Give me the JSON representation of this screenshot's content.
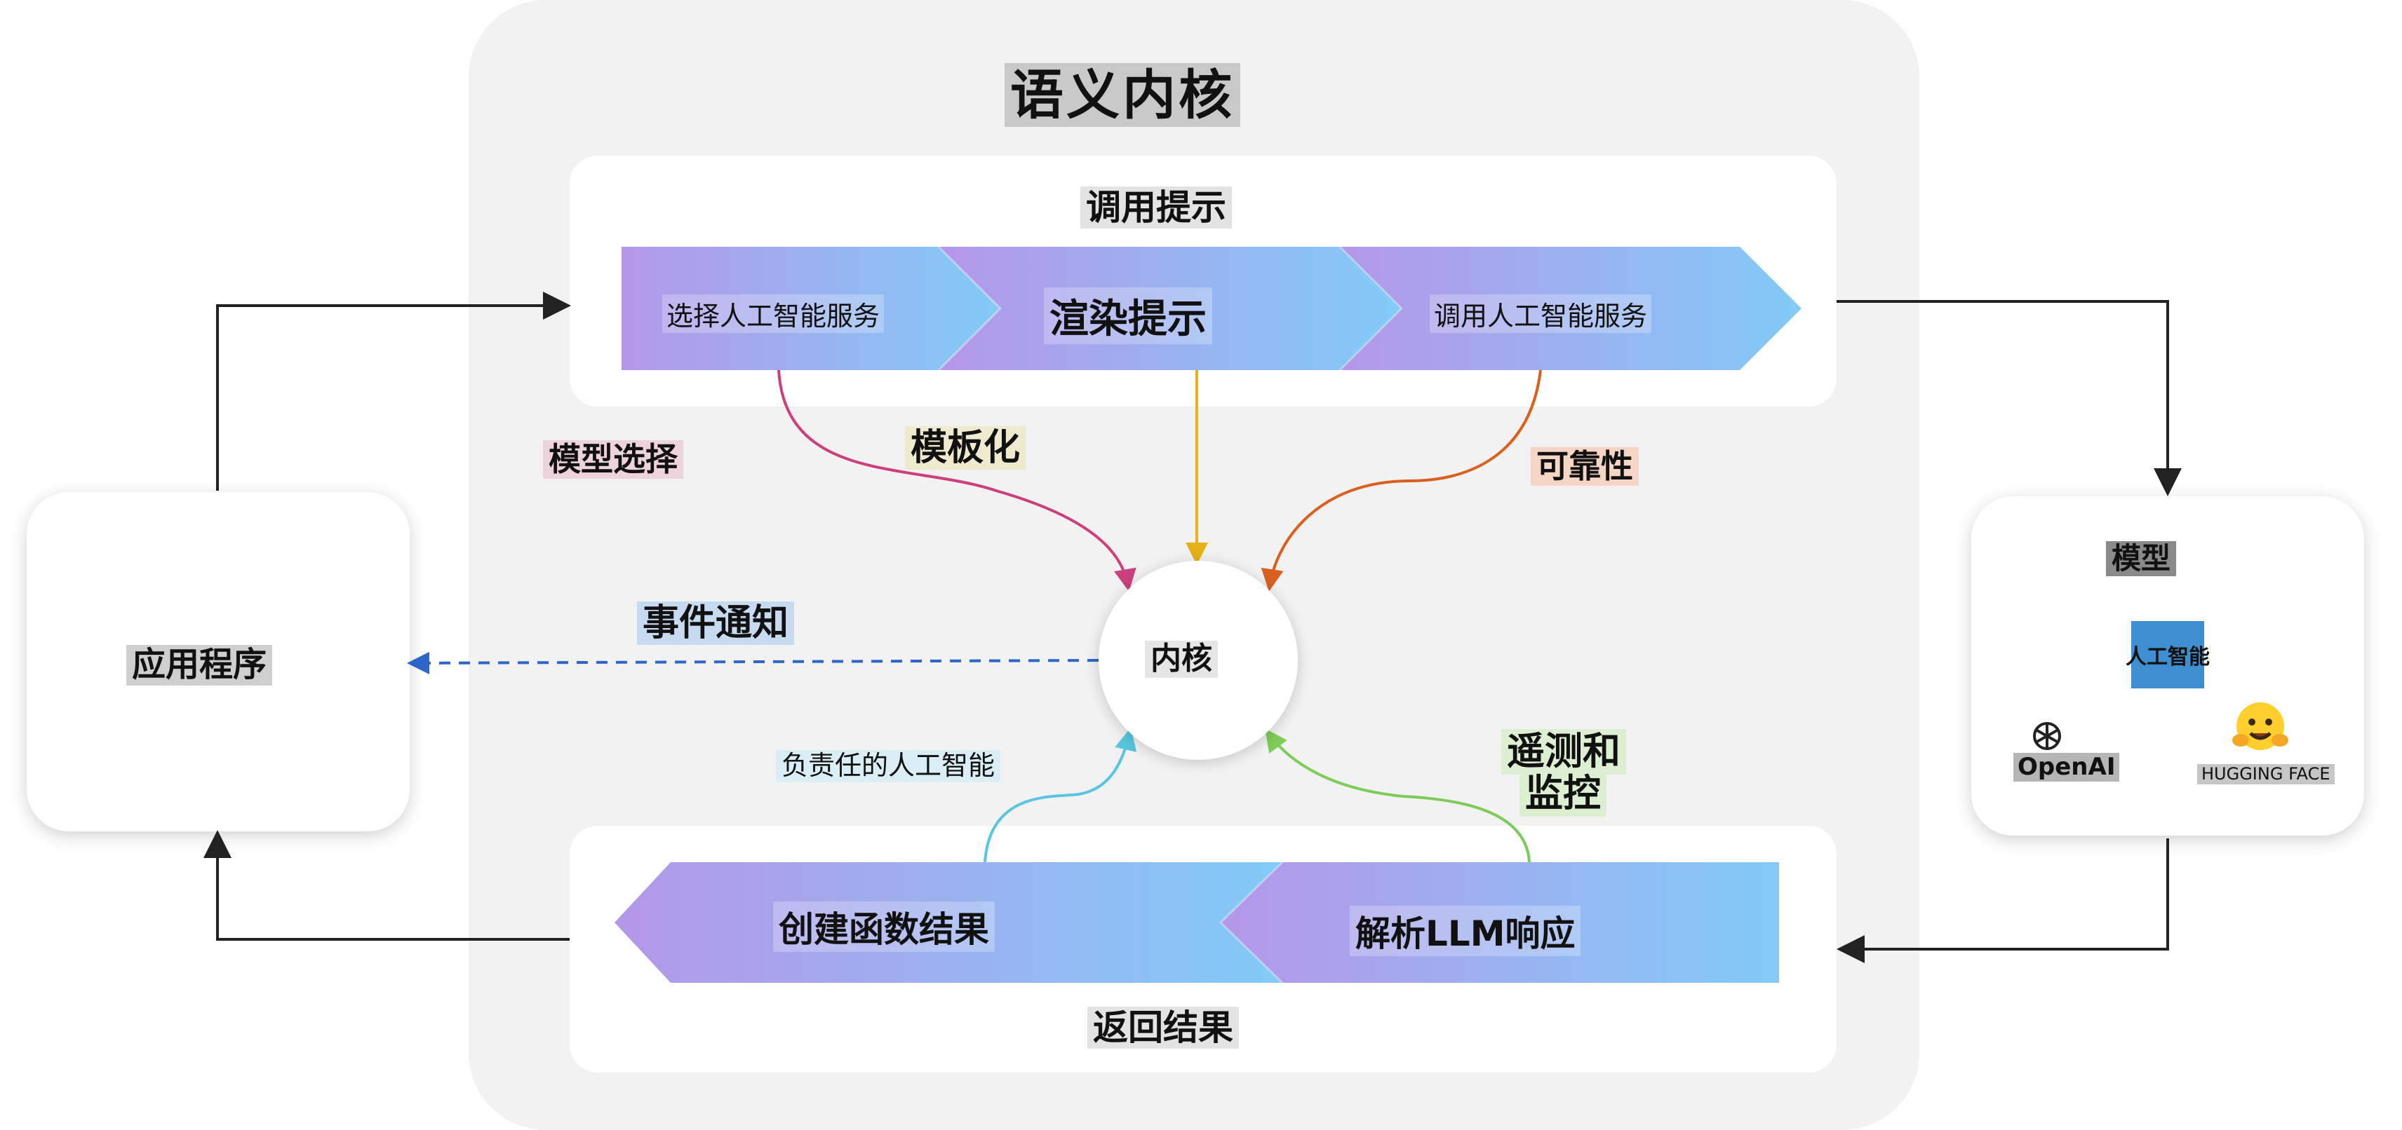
{
  "diagram": {
    "title": "语义内核",
    "invoke_section": {
      "label": "调用提示",
      "steps": [
        "选择人工智能服务",
        "渲染提示",
        "调用人工智能服务"
      ]
    },
    "return_section": {
      "label": "返回结果",
      "steps": [
        "创建函数结果",
        "解析LLM响应"
      ]
    },
    "kernel": {
      "label": "内核"
    },
    "edge_labels": {
      "model_selection": "模型选择",
      "templating": "模板化",
      "reliability": "可靠性",
      "event_notification": "事件通知",
      "responsible_ai": "负责任的人工智能",
      "telemetry_line1": "遥测和",
      "telemetry_line2": "监控"
    },
    "application": {
      "label": "应用程序"
    },
    "models": {
      "label": "模型",
      "provider_ai": "人工智能",
      "provider_openai": "OpenAI",
      "provider_huggingface": "HUGGING FACE"
    },
    "colors": {
      "chevron_start": "#b497e8",
      "chevron_end": "#82cbf7",
      "model_selection_arrow": "#cc3f7c",
      "templating_arrow": "#e5b117",
      "reliability_arrow": "#d9601f",
      "event_arrow": "#2b66c8",
      "responsible_arrow": "#59c5de",
      "telemetry_arrow": "#7dcc58"
    }
  }
}
